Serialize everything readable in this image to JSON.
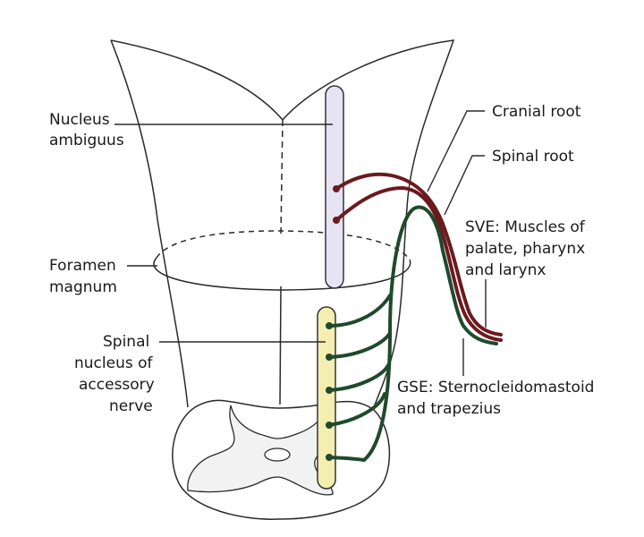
{
  "labels": {
    "nucleus_ambiguus": [
      "Nucleus",
      "ambiguus"
    ],
    "foramen_magnum": [
      "Foramen",
      "magnum"
    ],
    "spinal_nucleus": [
      "Spinal",
      "nucleus of",
      "accessory",
      "nerve"
    ],
    "cranial_root": "Cranial root",
    "spinal_root": "Spinal root",
    "sve": [
      "SVE: Muscles of",
      "palate, pharynx",
      "and larynx"
    ],
    "gse": [
      "GSE: Sternocleidomastoid",
      "and trapezius"
    ]
  },
  "colors": {
    "cranial": "#6b1a1f",
    "spinal": "#1f4a2c",
    "nucleus_ambiguus_fill": "#e6e3f3",
    "spinal_nucleus_fill": "#f5eeb2",
    "grey_matter": "#f2f2f2"
  }
}
